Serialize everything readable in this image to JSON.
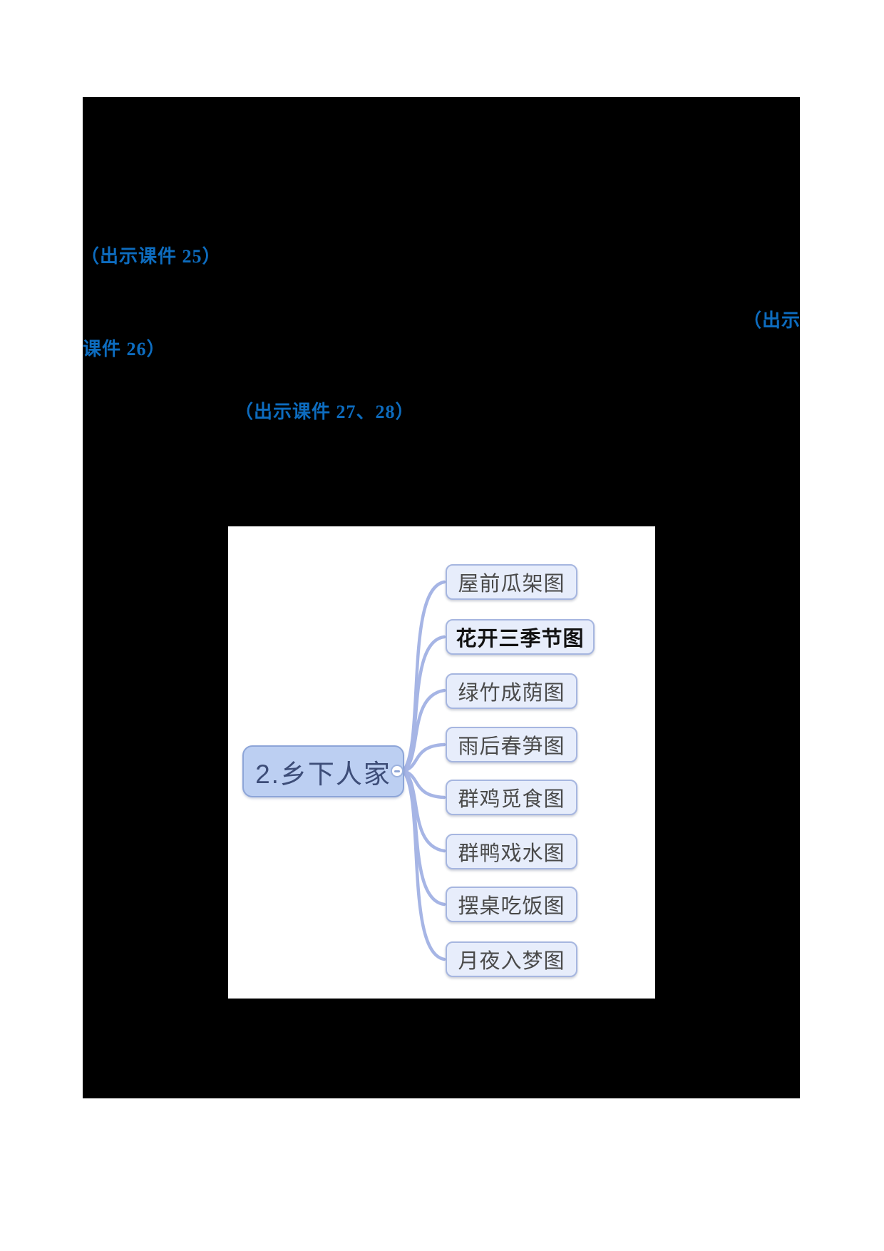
{
  "document": {
    "callouts": {
      "c25": "（出示课件 25）",
      "c26_part1": "（出示",
      "c26_part2": "课件 26）",
      "c27_28": "（出示课件 27、28）"
    },
    "callout_color": "#0d6cbf"
  },
  "mindmap": {
    "root_label": "2.乡下人家",
    "branches": [
      {
        "label": "屋前瓜架图"
      },
      {
        "label": "花开三季节图"
      },
      {
        "label": "绿竹成荫图"
      },
      {
        "label": "雨后春笋图"
      },
      {
        "label": "群鸡觅食图"
      },
      {
        "label": "群鸭戏水图"
      },
      {
        "label": "摆桌吃饭图"
      },
      {
        "label": "月夜入梦图"
      }
    ],
    "colors": {
      "root_fill": "#bccff2",
      "root_border": "#8da5d8",
      "root_text": "#3d4d78",
      "branch_fill": "#e7edfb",
      "branch_border": "#a6b6e0",
      "branch_text": "#4a4a4a",
      "curve": "#a6b5e5",
      "redacted_block": "#000000"
    },
    "collapse_icon": "minus"
  }
}
